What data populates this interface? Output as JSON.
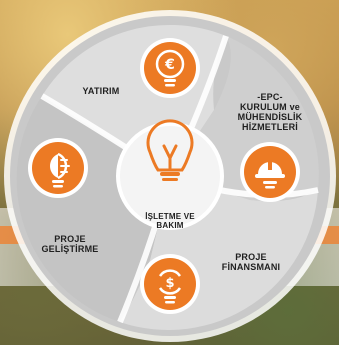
{
  "colors": {
    "orange": "#ec7a24",
    "orange_dark": "#d6651a",
    "ring_light": "#d9d9d9",
    "ring_mid": "#bdbdbd",
    "icon_white": "#ffffff"
  },
  "center": {
    "icon": "wrench-pliers-bulb-icon",
    "label": "İŞLETME VE\nBAKIM"
  },
  "segments": [
    {
      "id": "yatirim",
      "label": "YATIRIM",
      "icon": "euro-bulb-icon"
    },
    {
      "id": "epc",
      "label": "-EPC-\nKURULUM ve\nMÜHENDİSLİK\nHİZMETLERİ",
      "icon": "hardhat-bulb-icon"
    },
    {
      "id": "finans",
      "label": "PROJE\nFİNANSMANI",
      "icon": "dollar-refresh-bulb-icon"
    },
    {
      "id": "gelistirme",
      "label": "PROJE\nGELİŞTİRME",
      "icon": "brain-bulb-icon"
    }
  ]
}
